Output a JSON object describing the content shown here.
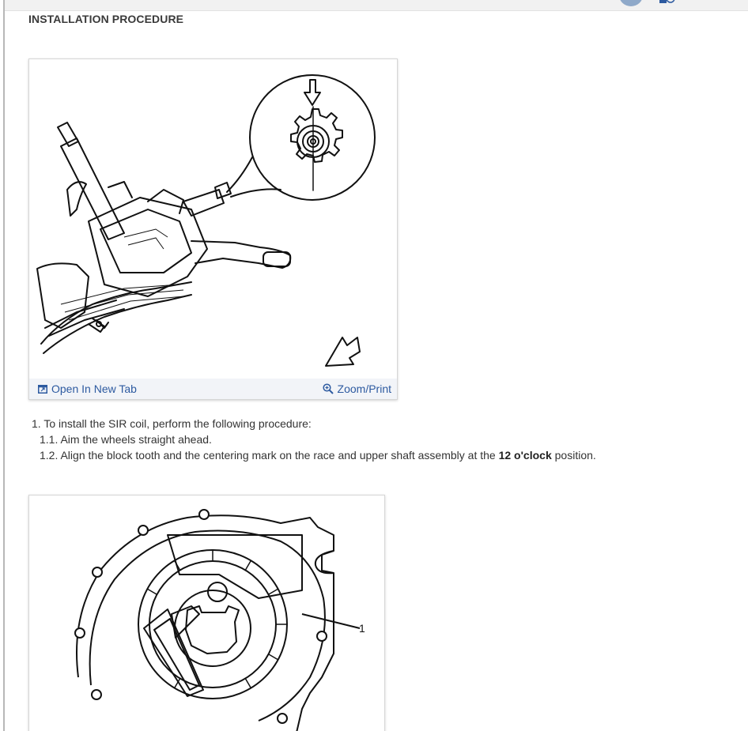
{
  "header": {
    "avatar_color": "#8fa9c9"
  },
  "section": {
    "title": "INSTALLATION PROCEDURE"
  },
  "figure1": {
    "open_label": "Open In New Tab",
    "zoom_label": "Zoom/Print",
    "open_icon": "open-in-new-tab-icon",
    "zoom_icon": "zoom-in-icon"
  },
  "steps": {
    "step1": "1. To install the SIR coil, perform the following procedure:",
    "step1_1": "1.1. Aim the wheels straight ahead.",
    "step1_2_prefix": "1.2. Align the block tooth and the centering mark on the race and upper shaft assembly at the ",
    "step1_2_bold": "12 o'clock",
    "step1_2_suffix": " position."
  },
  "figure2": {
    "callout": "1"
  },
  "colors": {
    "link": "#2d5aa0",
    "footer_bg": "#f2f4f8",
    "text": "#333333"
  }
}
